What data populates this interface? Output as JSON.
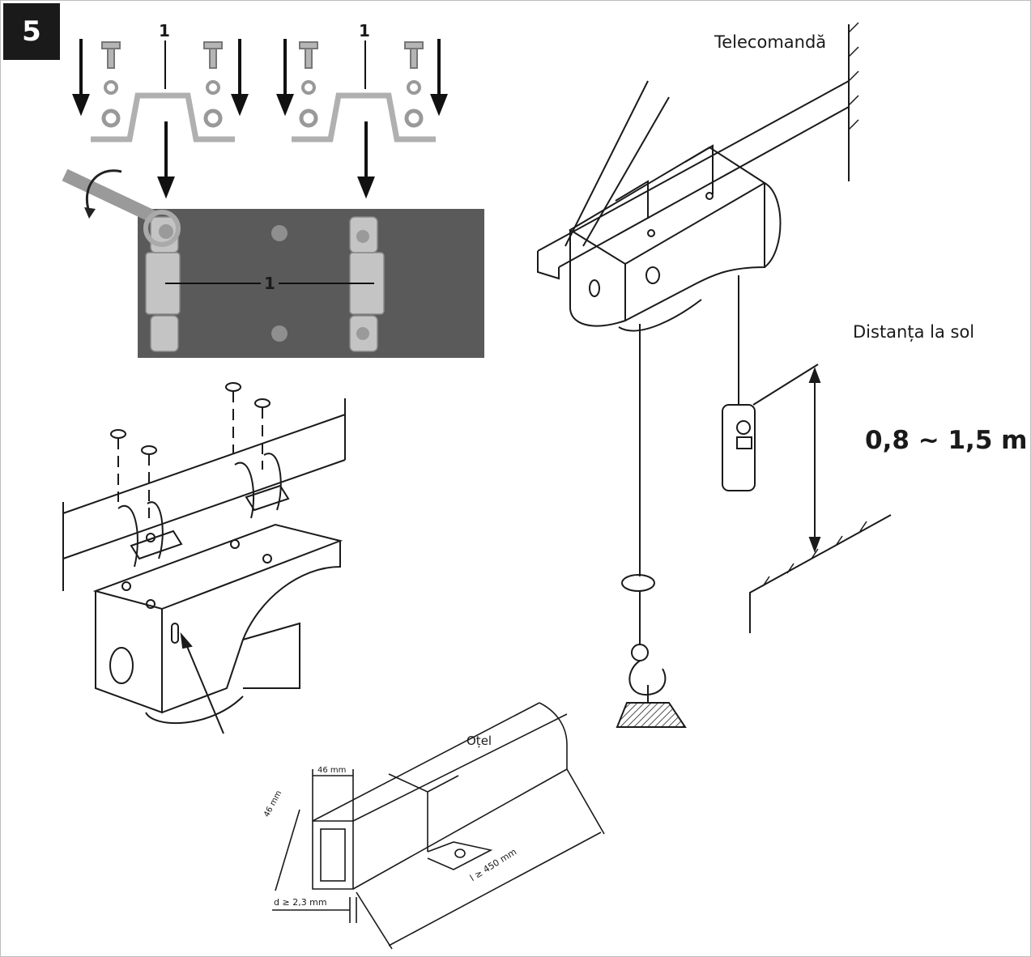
{
  "step_number": "5",
  "callout_one": "1",
  "labels": {
    "remote_control": "Telecomandă",
    "ground_distance": "Distanța la sol",
    "ground_distance_range": "0,8 ~ 1,5 m",
    "steel": "Oțel",
    "beam_width": "46 mm",
    "beam_height": "46 mm",
    "beam_length": "l ≥ 450 mm",
    "wall_thickness": "d ≥ 2,3 mm"
  },
  "colors": {
    "line": "#1a1a1a",
    "plate": "#5a5a5a",
    "bracket": "#b8b8b8"
  }
}
